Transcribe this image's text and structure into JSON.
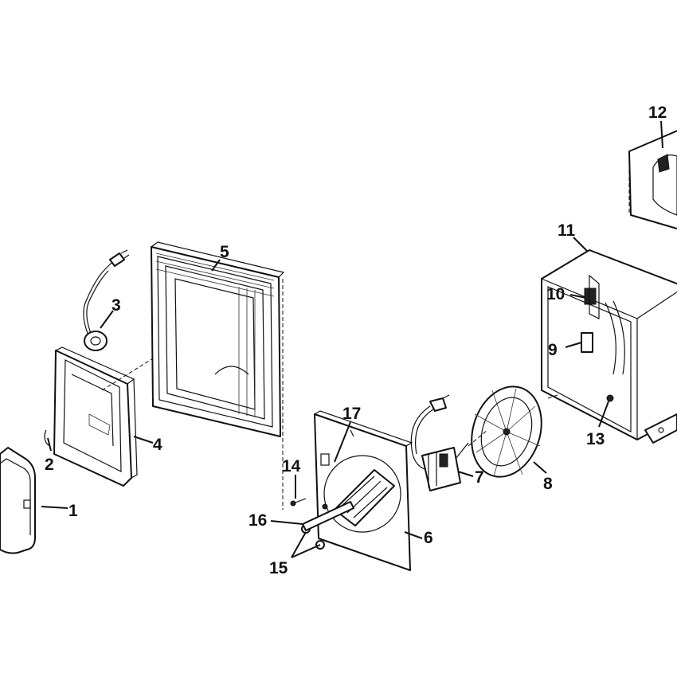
{
  "callouts": [
    {
      "id": "1",
      "label": "1"
    },
    {
      "id": "2",
      "label": "2"
    },
    {
      "id": "3",
      "label": "3"
    },
    {
      "id": "4",
      "label": "4"
    },
    {
      "id": "5",
      "label": "5"
    },
    {
      "id": "6",
      "label": "6"
    },
    {
      "id": "7",
      "label": "7"
    },
    {
      "id": "8",
      "label": "8"
    },
    {
      "id": "9",
      "label": "9"
    },
    {
      "id": "10",
      "label": "10"
    },
    {
      "id": "11",
      "label": "11"
    },
    {
      "id": "12",
      "label": "12"
    },
    {
      "id": "13",
      "label": "13"
    },
    {
      "id": "14",
      "label": "14"
    },
    {
      "id": "15",
      "label": "15"
    },
    {
      "id": "16",
      "label": "16"
    },
    {
      "id": "17",
      "label": "17"
    }
  ],
  "colors": {
    "ink": "#111111",
    "paper": "#ffffff"
  }
}
